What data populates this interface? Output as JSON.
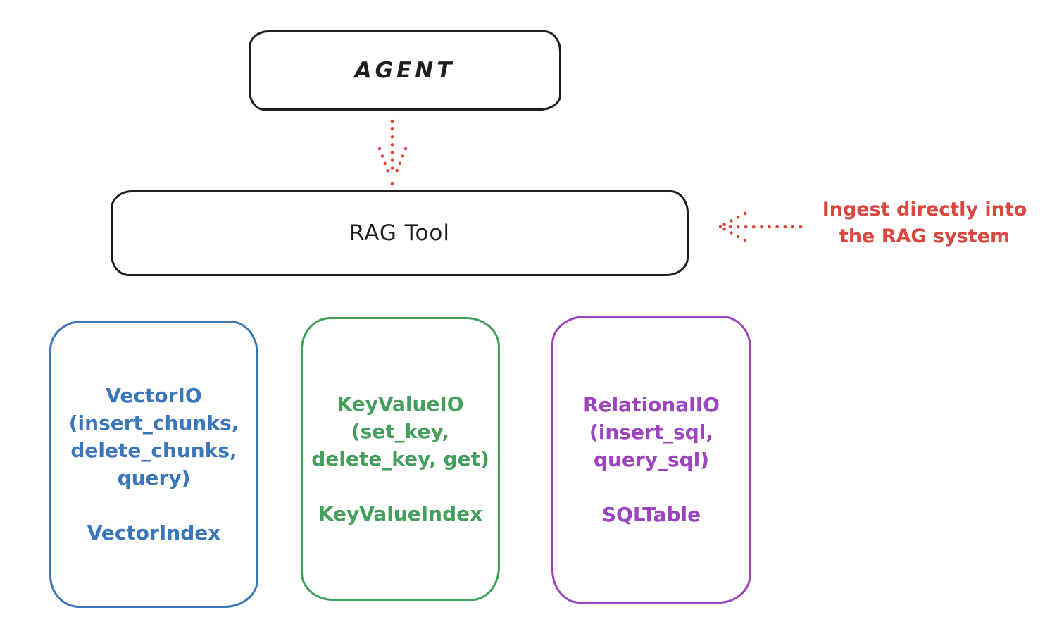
{
  "colors": {
    "ink": "#1e1e1e",
    "red": "#d9483f",
    "blue": "#3b76bb",
    "green": "#449e5c",
    "purple": "#9c44bd",
    "canvas": "#ffffff"
  },
  "nodes": {
    "agent": {
      "label": "AGENT"
    },
    "rag_tool": {
      "label": "RAG Tool"
    }
  },
  "annotation": {
    "text": "Ingest directly into\nthe RAG system"
  },
  "stores": [
    {
      "name": "vector-io",
      "color": "blue",
      "text": "VectorIO\n(insert_chunks,\ndelete_chunks,\nquery)\n\nVectorIndex"
    },
    {
      "name": "key-value-io",
      "color": "green",
      "text": "KeyValueIO\n(set_key,\ndelete_key, get)\n\nKeyValueIndex"
    },
    {
      "name": "relational-io",
      "color": "purple",
      "text": "RelationalIO\n(insert_sql,\nquery_sql)\n\nSQLTable"
    }
  ],
  "icons": {
    "agent_to_rag_arrow": "dotted-arrow-down",
    "ingest_arrow": "dotted-arrow-left"
  }
}
